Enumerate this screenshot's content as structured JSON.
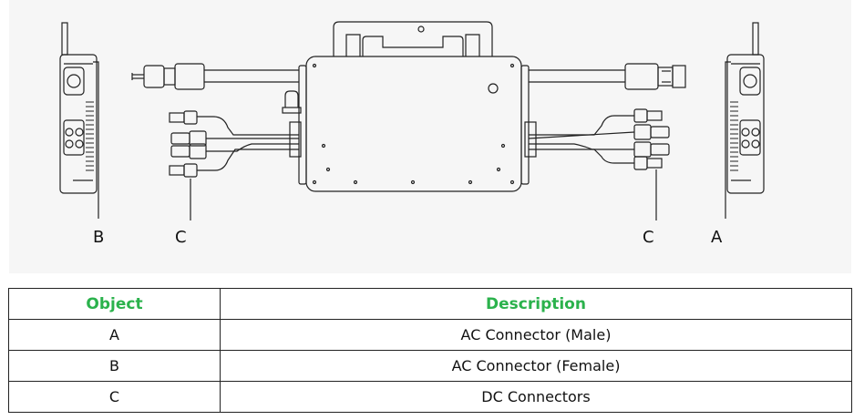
{
  "diagram": {
    "callouts": {
      "left_bracket": "B",
      "left_dc": "C",
      "right_dc": "C",
      "right_bracket": "A"
    }
  },
  "table": {
    "headers": [
      "Object",
      "Description"
    ],
    "header_color": "#2bb24c",
    "rows": [
      [
        "A",
        "AC Connector (Male)"
      ],
      [
        "B",
        "AC Connector (Female)"
      ],
      [
        "C",
        "DC Connectors"
      ]
    ]
  }
}
